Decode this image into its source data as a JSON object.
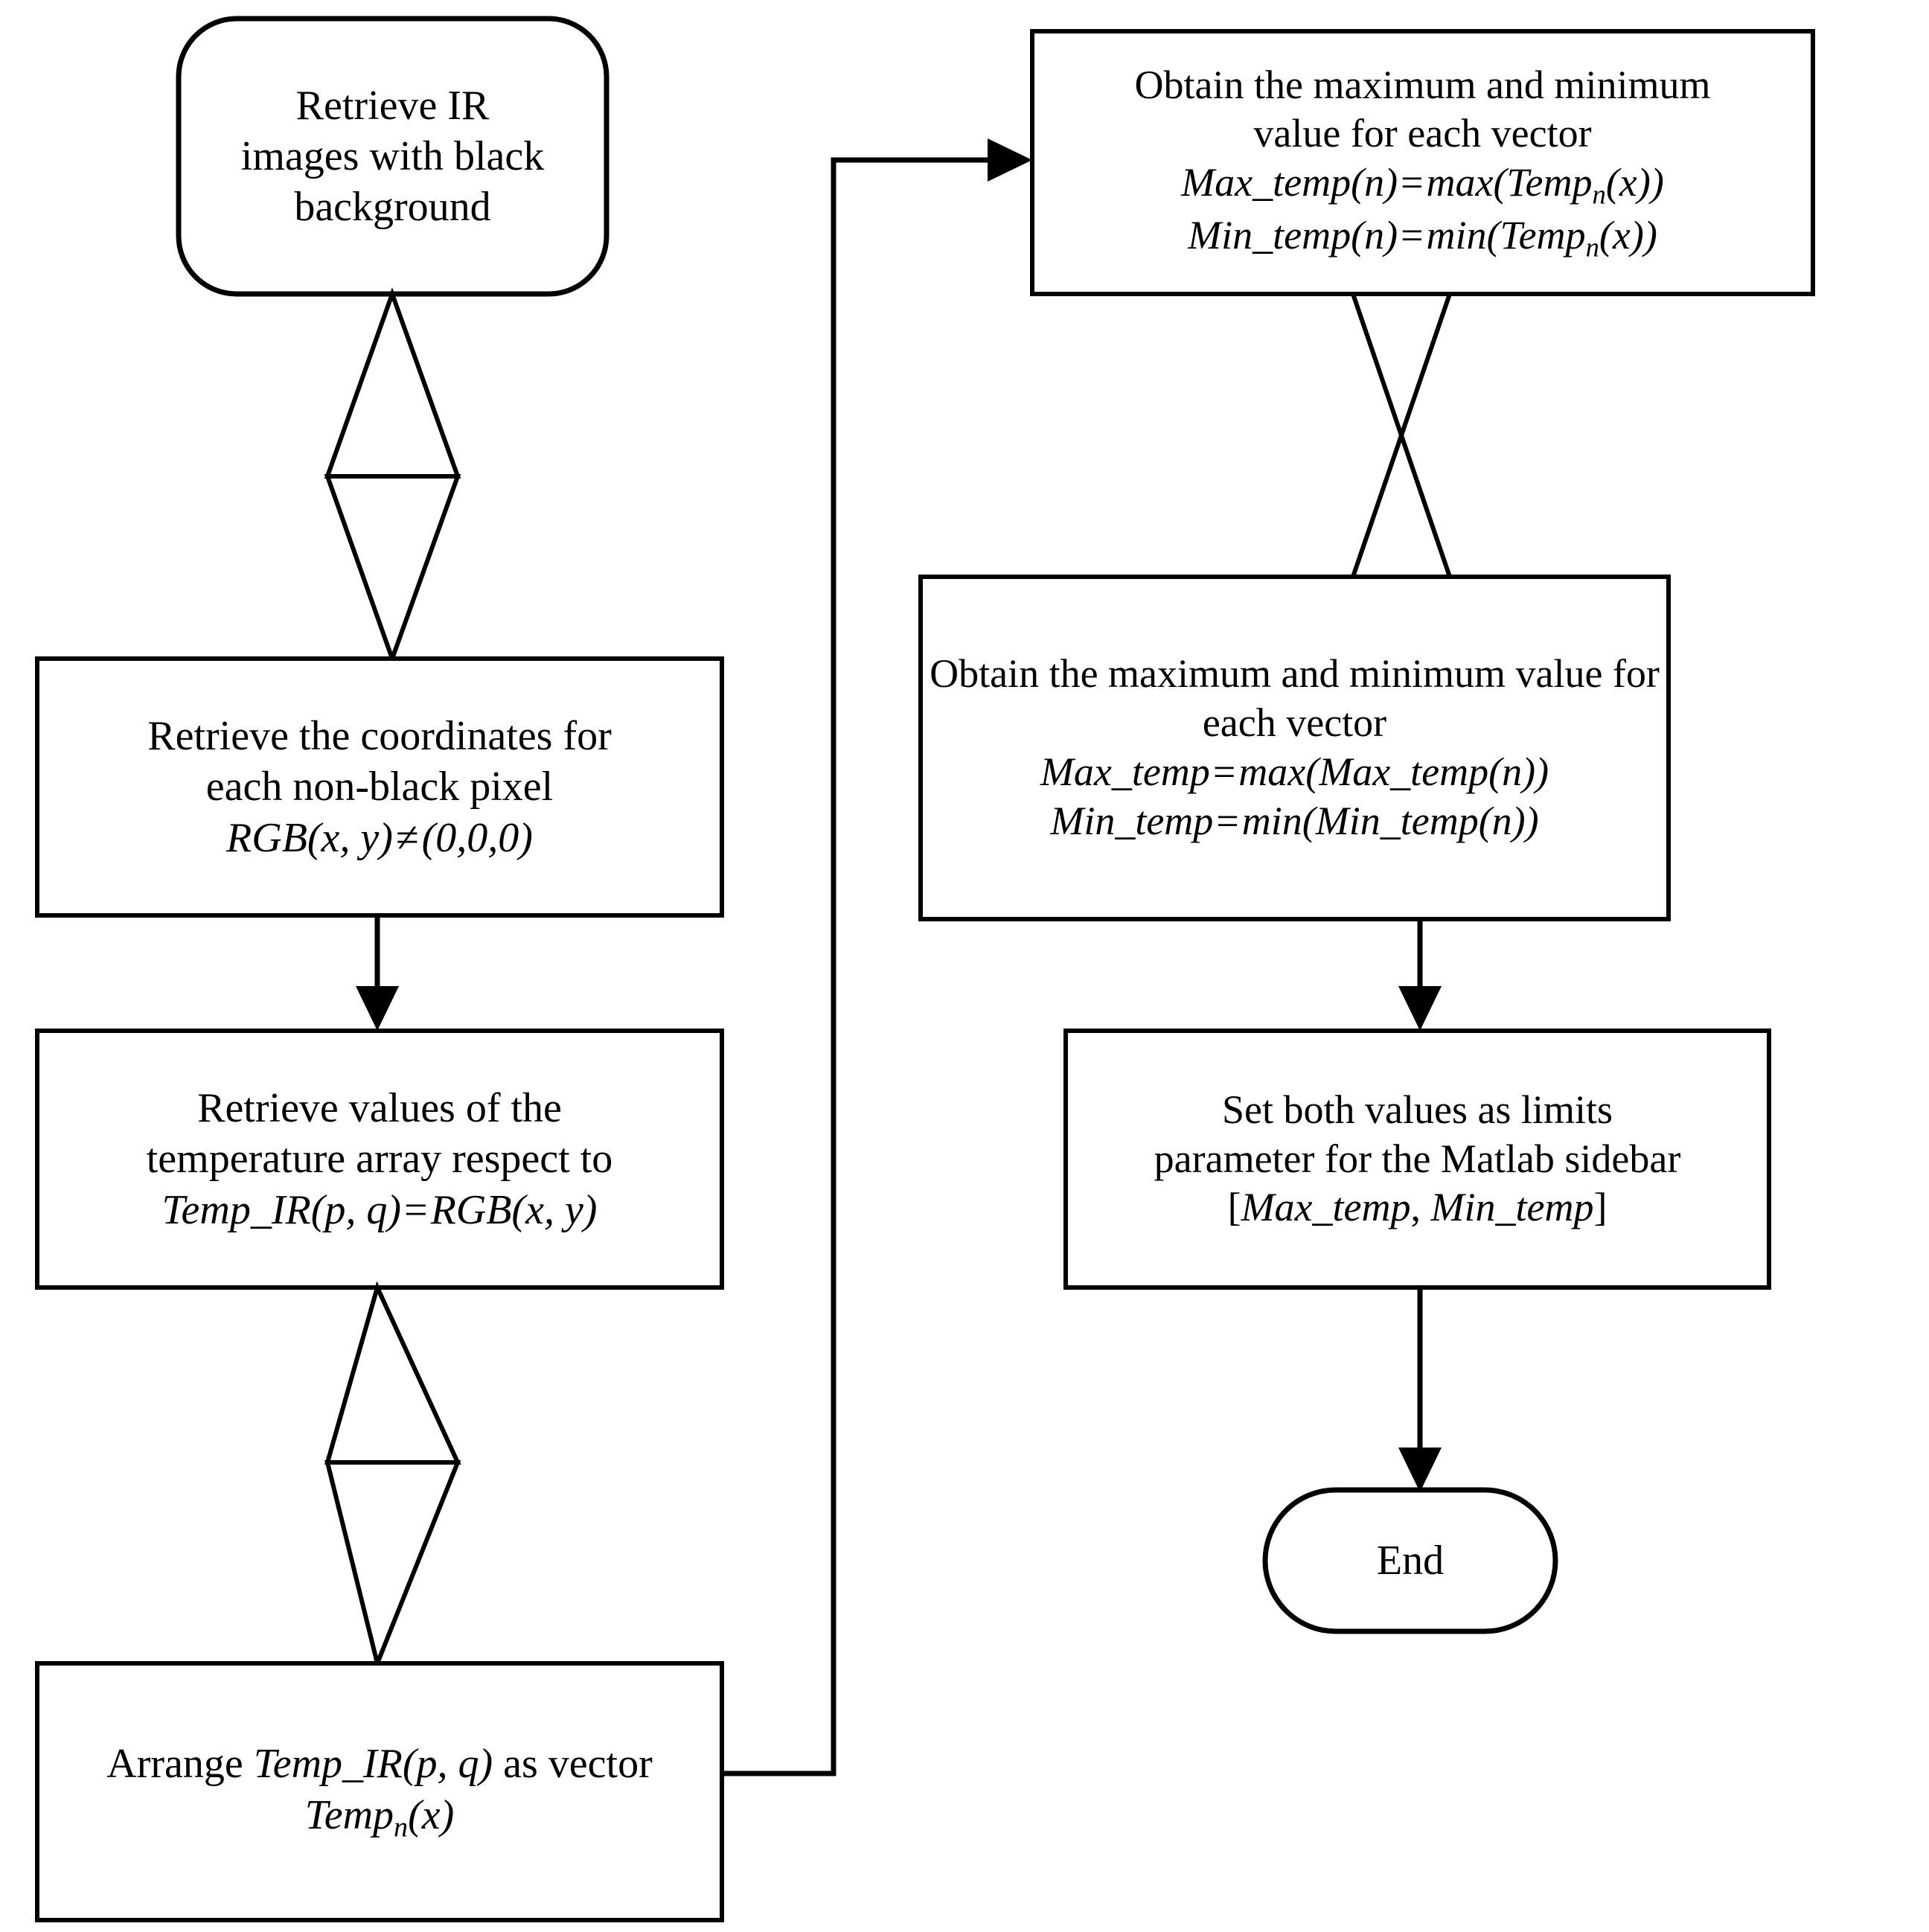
{
  "diagram": {
    "title": "IR image temperature limits flowchart",
    "background_color": "#ffffff",
    "line_color": "#000000"
  },
  "nodes": {
    "start": {
      "shape": "terminator",
      "lines": [
        "Retrieve IR",
        "images with black",
        "background"
      ]
    },
    "coords": {
      "shape": "process",
      "lines": [
        "Retrieve the coordinates for",
        "each non-black pixel"
      ],
      "formula_1_lhs": "RGB(x, y)",
      "formula_1_op": "≠",
      "formula_1_rhs": "(0,0,0)"
    },
    "values": {
      "shape": "process",
      "lines": [
        "Retrieve values of the",
        "temperature array respect to"
      ],
      "formula_1_lhs": "Temp_IR(p, q)",
      "formula_1_op": "=",
      "formula_1_rhs": "RGB(x, y)"
    },
    "arrange": {
      "shape": "process",
      "line_prefix": "Arrange ",
      "line_math": "Temp_IR(p, q)",
      "line_suffix": " as vector",
      "formula_2_base": "Temp",
      "formula_2_sub": "n",
      "formula_2_arg": "(x)"
    },
    "maxmin_each": {
      "shape": "process",
      "lines": [
        "Obtain the maximum and minimum",
        "value for each vector"
      ],
      "formula_1_lhs": "Max_temp(n)",
      "formula_1_op": "=",
      "formula_1_rhs_fn": "max(Temp",
      "formula_1_rhs_sub": "n",
      "formula_1_rhs_tail": "(x))",
      "formula_2_lhs": "Min_temp(n)",
      "formula_2_op": "=",
      "formula_2_rhs_fn": "min(Temp",
      "formula_2_rhs_sub": "n",
      "formula_2_rhs_tail": "(x))"
    },
    "maxmin_all": {
      "shape": "process",
      "lines": [
        "Obtain the maximum and minimum value for",
        "each vector"
      ],
      "formula_1_lhs": "Max_temp",
      "formula_1_op": "=",
      "formula_1_rhs": "max(Max_temp(n))",
      "formula_2_lhs": "Min_temp",
      "formula_2_op": "=",
      "formula_2_rhs": "min(Min_temp(n))"
    },
    "set_limits": {
      "shape": "process",
      "lines": [
        "Set both values as limits",
        "parameter for the Matlab sidebar"
      ],
      "formula_1_open": "[",
      "formula_1_a": "Max_temp",
      "formula_1_sep": ", ",
      "formula_1_b": "Min_temp",
      "formula_1_close": "]"
    },
    "end": {
      "shape": "terminator",
      "label": "End"
    }
  },
  "connectors": [
    {
      "name": "start-to-coords",
      "style": "double-triangle"
    },
    {
      "name": "coords-to-values",
      "style": "arrow-down"
    },
    {
      "name": "values-to-arrange",
      "style": "double-triangle"
    },
    {
      "name": "arrange-to-maxmin-each",
      "style": "elbow-arrow-right"
    },
    {
      "name": "maxmin-each-to-maxmin-all",
      "style": "cross-lines"
    },
    {
      "name": "maxmin-all-to-set-limits",
      "style": "arrow-down"
    },
    {
      "name": "set-limits-to-end",
      "style": "arrow-down"
    }
  ]
}
